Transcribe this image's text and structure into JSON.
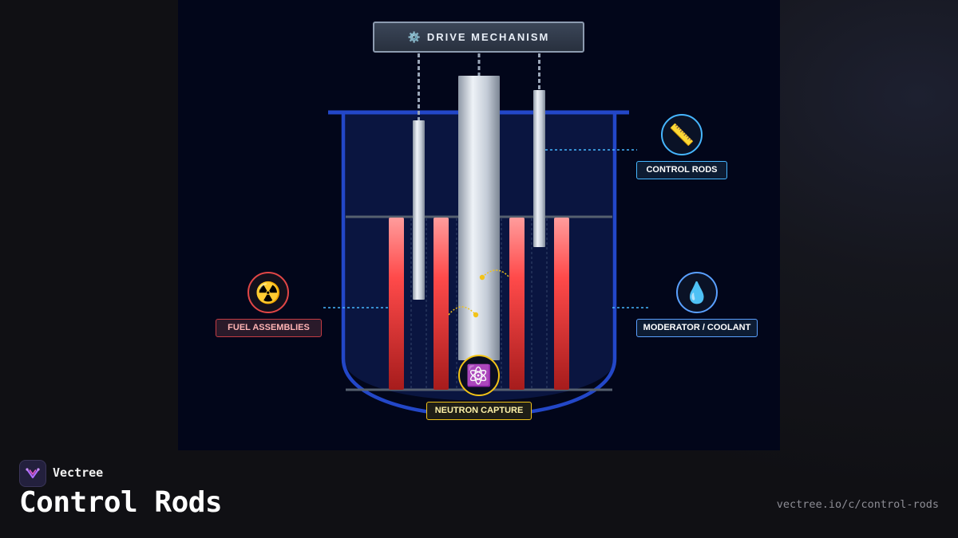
{
  "drive_mechanism": {
    "icon": "gear-icon",
    "icon_glyph": "⚙️",
    "label": "DRIVE MECHANISM"
  },
  "callouts": {
    "control_rods": {
      "icon": "ruler-icon",
      "icon_glyph": "📏",
      "label": "CONTROL RODS",
      "color": "#46b6ff"
    },
    "fuel_assemblies": {
      "icon": "radioactive-icon",
      "icon_glyph": "☢️",
      "label": "FUEL ASSEMBLIES",
      "color": "#e14646"
    },
    "moderator_coolant": {
      "icon": "water-drop-icon",
      "icon_glyph": "💧",
      "label": "MODERATOR / COOLANT",
      "color": "#5aa0ff"
    },
    "neutron_capture": {
      "icon": "atom-icon",
      "icon_glyph": "⚛️",
      "label": "NEUTRON CAPTURE",
      "color": "#f2c318"
    }
  },
  "colors": {
    "vessel": "#2347c8",
    "fuel": "#ff3b3b",
    "rod": "#c9d2de",
    "neutron": "#f2c318"
  },
  "brand": {
    "name": "Vectree",
    "logo_icon": "vectree-logo-icon"
  },
  "title": "Control Rods",
  "url": "vectree.io/c/control-rods"
}
